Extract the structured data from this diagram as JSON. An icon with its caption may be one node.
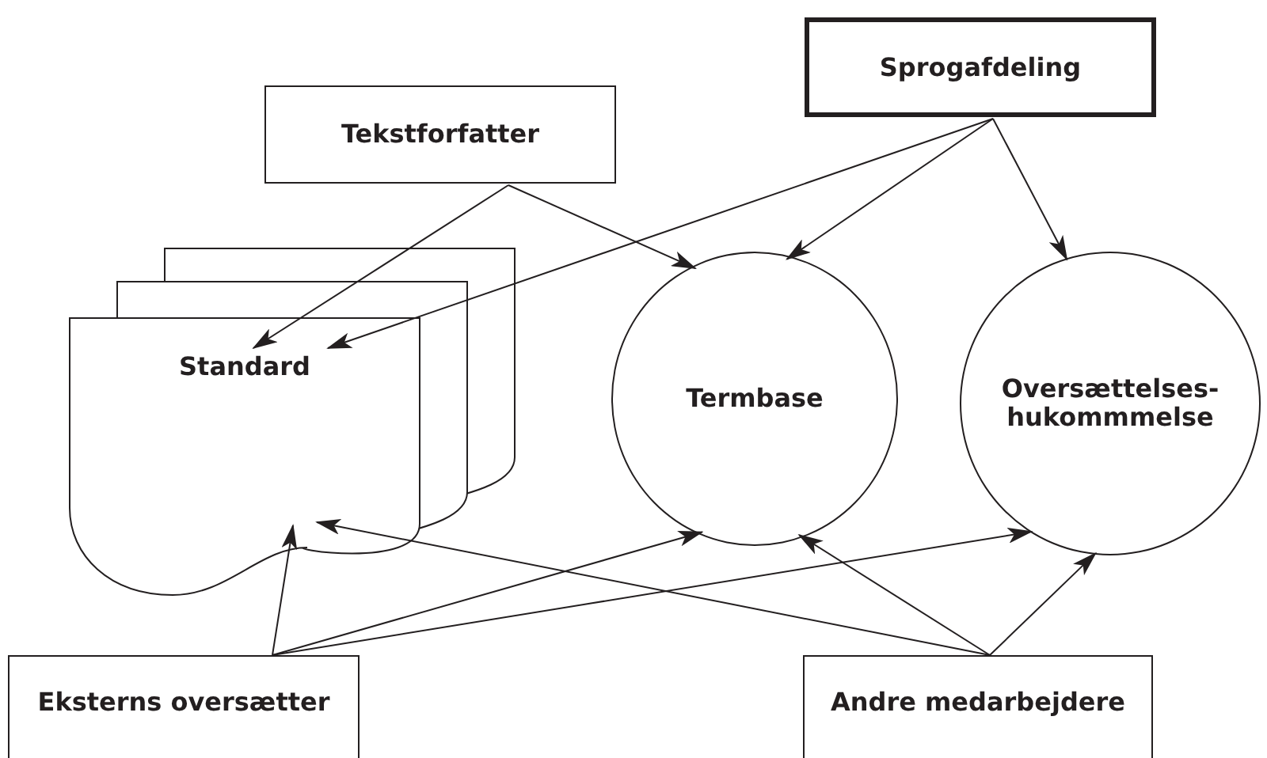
{
  "diagram": {
    "nodes": [
      {
        "text": [
          "Sprogafdeling"
        ]
      },
      {
        "text": [
          "Tekstforfatter"
        ]
      },
      {
        "text": [
          "Standard"
        ]
      },
      {
        "text": [
          "Termbase"
        ]
      },
      {
        "text": [
          "Oversættelses-hukommmelse"
        ]
      },
      {
        "text": [
          "Eksterns oversætter"
        ]
      },
      {
        "text": [
          "Andre medarbejdere"
        ]
      }
    ],
    "edges": [
      {
        "from": 0,
        "to": 2,
        "arrow": "to"
      },
      {
        "from": 0,
        "to": 3,
        "arrow": "to"
      },
      {
        "from": 0,
        "to": 4,
        "arrow": "to"
      },
      {
        "from": 1,
        "to": 2,
        "arrow": "to"
      },
      {
        "from": 1,
        "to": 3,
        "arrow": "to"
      },
      {
        "from": 5,
        "to": 2,
        "arrow": "to"
      },
      {
        "from": 5,
        "to": 3,
        "arrow": "to"
      },
      {
        "from": 5,
        "to": 4,
        "arrow": "to"
      },
      {
        "from": 6,
        "to": 2,
        "arrow": "to"
      },
      {
        "from": 6,
        "to": 3,
        "arrow": "to"
      },
      {
        "from": 6,
        "to": 4,
        "arrow": "to"
      }
    ]
  }
}
